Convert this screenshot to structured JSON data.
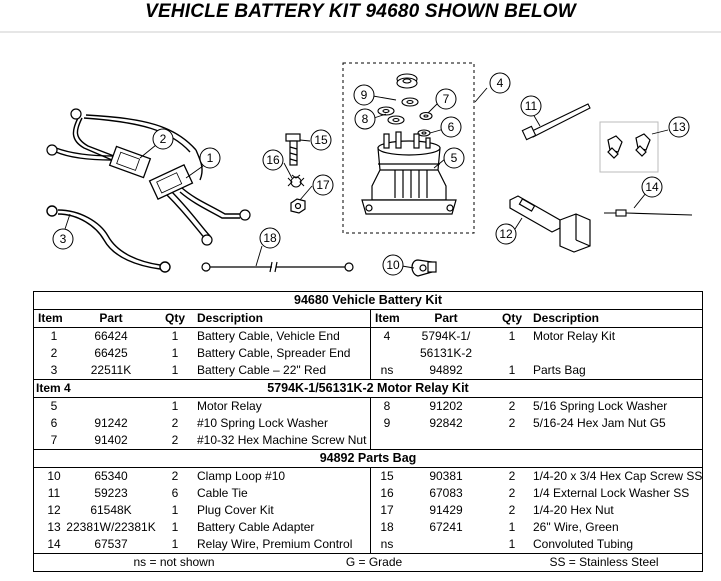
{
  "page": {
    "title": "VEHICLE BATTERY KIT 94680 SHOWN BELOW"
  },
  "diagram": {
    "callouts": [
      "1",
      "2",
      "3",
      "4",
      "5",
      "6",
      "7",
      "8",
      "9",
      "10",
      "11",
      "12",
      "13",
      "14",
      "15",
      "16",
      "17",
      "18"
    ]
  },
  "table": {
    "kit_title": "94680  Vehicle Battery Kit",
    "headers": {
      "item": "Item",
      "part": "Part",
      "qty": "Qty",
      "description": "Description"
    },
    "kit_rows": [
      {
        "left": {
          "item": "1",
          "part": "66424",
          "qty": "1",
          "desc": "Battery Cable, Vehicle End"
        },
        "right": {
          "item": "4",
          "part": "5794K-1/",
          "qty": "1",
          "desc": "Motor Relay Kit"
        }
      },
      {
        "left": {
          "item": "2",
          "part": "66425",
          "qty": "1",
          "desc": "Battery Cable, Spreader End"
        },
        "right": {
          "item": "",
          "part": "56131K-2",
          "qty": "",
          "desc": ""
        }
      },
      {
        "left": {
          "item": "3",
          "part": "22511K",
          "qty": "1",
          "desc": "Battery Cable – 22\" Red"
        },
        "right": {
          "item": "ns",
          "part": "94892",
          "qty": "1",
          "desc": "Parts Bag"
        }
      }
    ],
    "relay_item_label": "Item 4",
    "relay_title": "5794K-1/56131K-2  Motor Relay Kit",
    "relay_rows": [
      {
        "left": {
          "item": "5",
          "part": "",
          "qty": "1",
          "desc": "Motor Relay"
        },
        "right": {
          "item": "8",
          "part": "91202",
          "qty": "2",
          "desc": "5/16 Spring Lock Washer"
        }
      },
      {
        "left": {
          "item": "6",
          "part": "91242",
          "qty": "2",
          "desc": "#10 Spring Lock Washer"
        },
        "right": {
          "item": "9",
          "part": "92842",
          "qty": "2",
          "desc": "5/16-24 Hex Jam Nut G5"
        }
      },
      {
        "left": {
          "item": "7",
          "part": "91402",
          "qty": "2",
          "desc": "#10-32 Hex Machine Screw Nut"
        },
        "right": {
          "item": "",
          "part": "",
          "qty": "",
          "desc": ""
        }
      }
    ],
    "bag_title": "94892  Parts Bag",
    "bag_rows": [
      {
        "left": {
          "item": "10",
          "part": "65340",
          "qty": "2",
          "desc": "Clamp Loop #10"
        },
        "right": {
          "item": "15",
          "part": "90381",
          "qty": "2",
          "desc": "1/4-20 x 3/4 Hex Cap Screw SS"
        }
      },
      {
        "left": {
          "item": "11",
          "part": "59223",
          "qty": "6",
          "desc": "Cable Tie"
        },
        "right": {
          "item": "16",
          "part": "67083",
          "qty": "2",
          "desc": "1/4 External Lock Washer SS"
        }
      },
      {
        "left": {
          "item": "12",
          "part": "61548K",
          "qty": "1",
          "desc": "Plug Cover Kit"
        },
        "right": {
          "item": "17",
          "part": "91429",
          "qty": "2",
          "desc": "1/4-20 Hex Nut"
        }
      },
      {
        "left": {
          "item": "13",
          "part": "22381W/22381K",
          "qty": "1",
          "desc": "Battery Cable Adapter"
        },
        "right": {
          "item": "18",
          "part": "67241",
          "qty": "1",
          "desc": "26\" Wire, Green"
        }
      },
      {
        "left": {
          "item": "14",
          "part": "67537",
          "qty": "1",
          "desc": "Relay Wire, Premium Control"
        },
        "right": {
          "item": "ns",
          "part": "",
          "qty": "1",
          "desc": "Convoluted Tubing"
        }
      }
    ],
    "footer": {
      "ns": "ns = not shown",
      "g": "G = Grade",
      "ss": "SS = Stainless Steel"
    }
  }
}
